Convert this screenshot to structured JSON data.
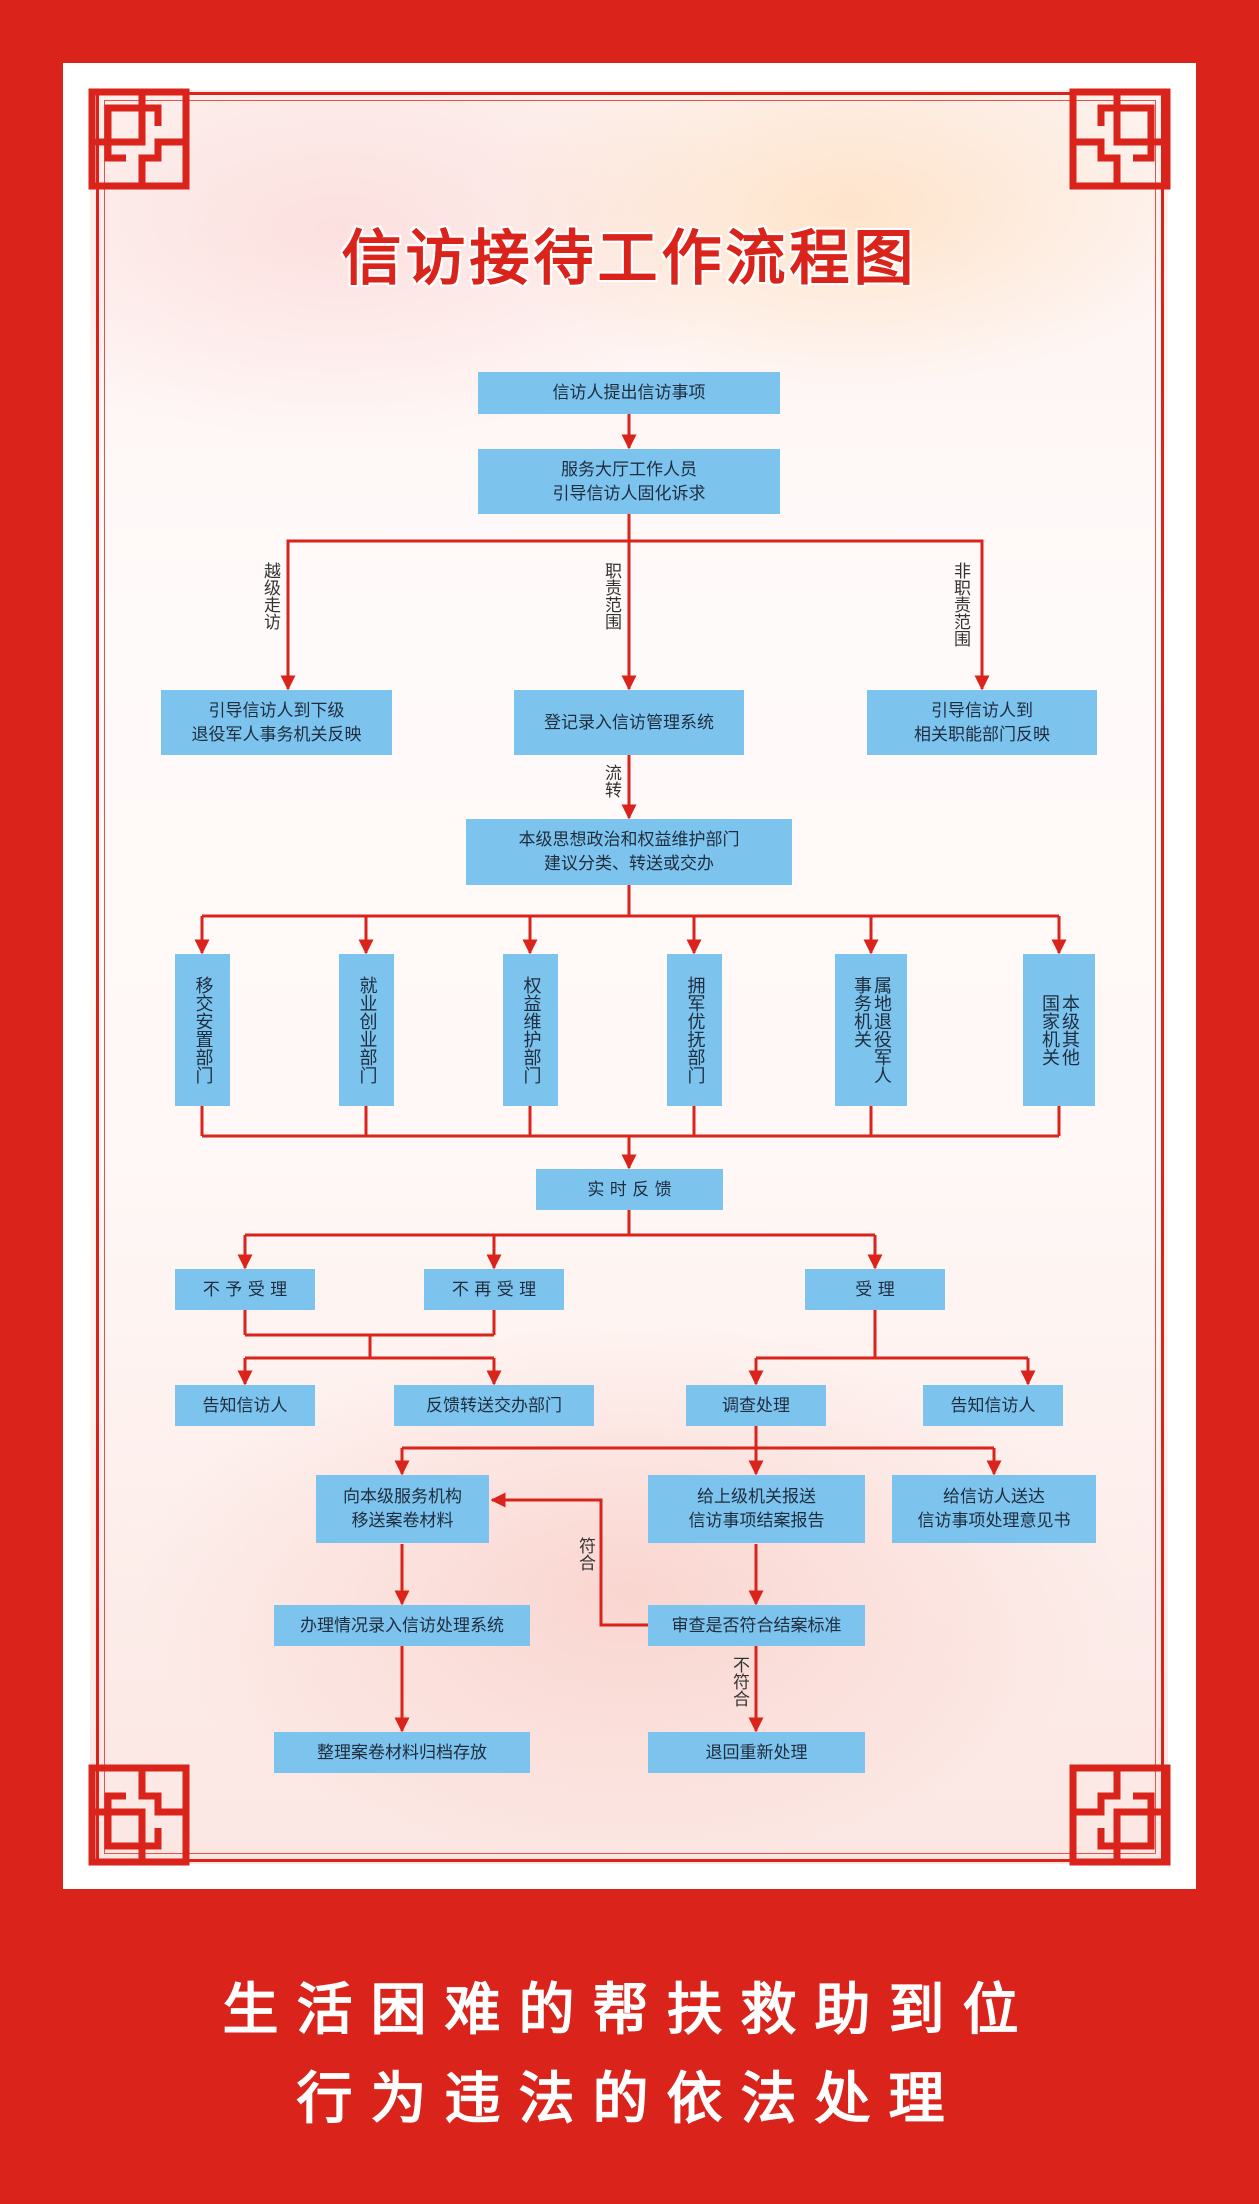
{
  "title": "信访接待工作流程图",
  "colors": {
    "red": "#d9231b",
    "node_fill": "#7cc3ee",
    "node_text": "#1f2d3d",
    "panel": "#ffffff"
  },
  "nodes": {
    "start": "信访人提出信访事项",
    "hall": "服务大厅工作人员\n引导信访人固化诉求",
    "guide_lower": "引导信访人到下级\n退役军人事务机关反映",
    "register": "登记录入信访管理系统",
    "guide_other": "引导信访人到\n相关职能部门反映",
    "dept": "本级思想政治和权益维护部门\n建议分类、转送或交办",
    "d1": "移交安置部门",
    "d2": "就业创业部门",
    "d3": "权益维护部门",
    "d4": "拥军优抚部门",
    "d5": "属地退役军人\n事务机关",
    "d6": "本级其他\n国家机关",
    "feedback": "实 时 反 馈",
    "not_accept": "不 予 受 理",
    "not_again": "不 再 受 理",
    "accept": "受 理",
    "notify1": "告知信访人",
    "forward": "反馈转送交办部门",
    "investigate": "调查处理",
    "notify2": "告知信访人",
    "transfer": "向本级服务机构\n移送案卷材料",
    "report": "给上级机关报送\n信访事项结案报告",
    "deliver": "给信访人送达\n信访事项处理意见书",
    "record": "办理情况录入信访处理系统",
    "review": "审查是否符合结案标准",
    "archive": "整理案卷材料归档存放",
    "redo": "退回重新处理"
  },
  "edge_labels": {
    "over": "越级走访",
    "duty": "职责范围",
    "non_duty": "非职责范围",
    "flow": "流转",
    "comply": "符合",
    "not_comply": "不符合"
  },
  "slogans": [
    "生活困难的帮扶救助到位",
    "行为违法的依法处理"
  ]
}
